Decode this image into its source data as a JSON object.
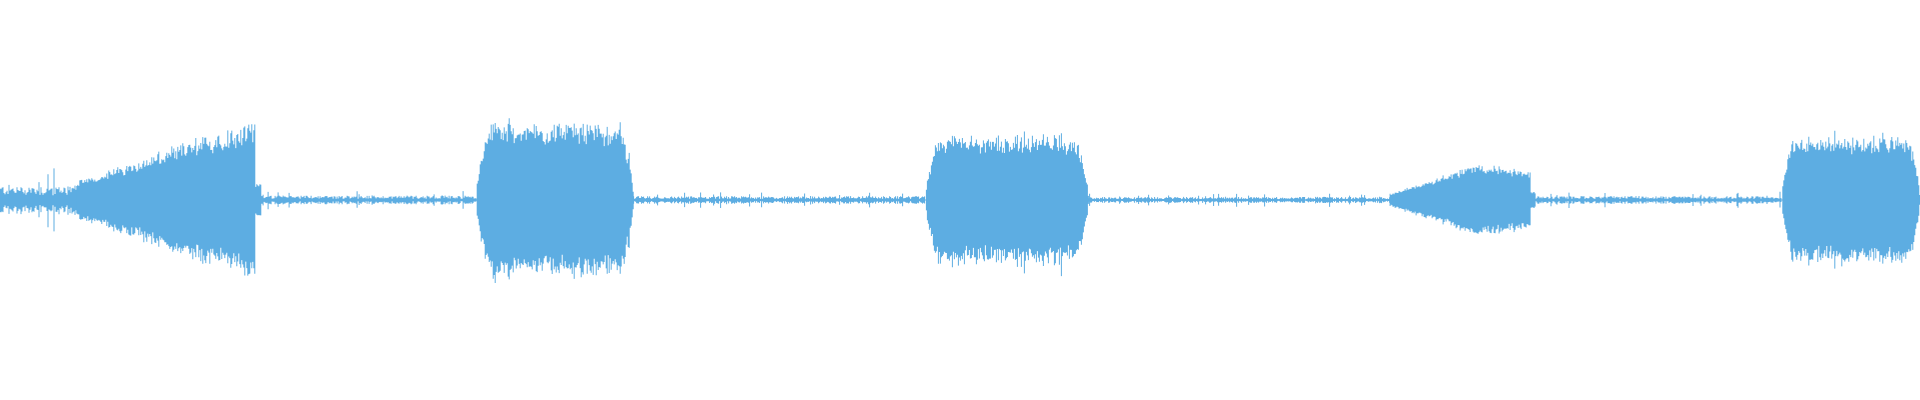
{
  "waveform": {
    "color": "#5dade2",
    "background": "#ffffff",
    "amplitude_range": [
      -1,
      1
    ],
    "segments": [
      {
        "kind": "noise",
        "start": 0.0,
        "end": 0.04,
        "amp": 0.1
      },
      {
        "kind": "burst",
        "start": 0.04,
        "end": 0.136,
        "amp_start": 0.12,
        "amp_end": 0.55,
        "shape": "crescendo"
      },
      {
        "kind": "noise",
        "start": 0.136,
        "end": 0.248,
        "amp": 0.03
      },
      {
        "kind": "burst",
        "start": 0.248,
        "end": 0.33,
        "amp": 0.5,
        "shape": "rounded"
      },
      {
        "kind": "noise",
        "start": 0.33,
        "end": 0.482,
        "amp": 0.025
      },
      {
        "kind": "burst",
        "start": 0.482,
        "end": 0.567,
        "amp": 0.42,
        "shape": "rounded"
      },
      {
        "kind": "noise",
        "start": 0.567,
        "end": 0.724,
        "amp": 0.02
      },
      {
        "kind": "burst",
        "start": 0.724,
        "end": 0.8,
        "amp_start": 0.04,
        "amp_end": 0.24,
        "shape": "swell"
      },
      {
        "kind": "noise",
        "start": 0.8,
        "end": 0.928,
        "amp": 0.025
      },
      {
        "kind": "burst",
        "start": 0.928,
        "end": 1.0,
        "amp": 0.42,
        "shape": "rounded"
      }
    ]
  }
}
